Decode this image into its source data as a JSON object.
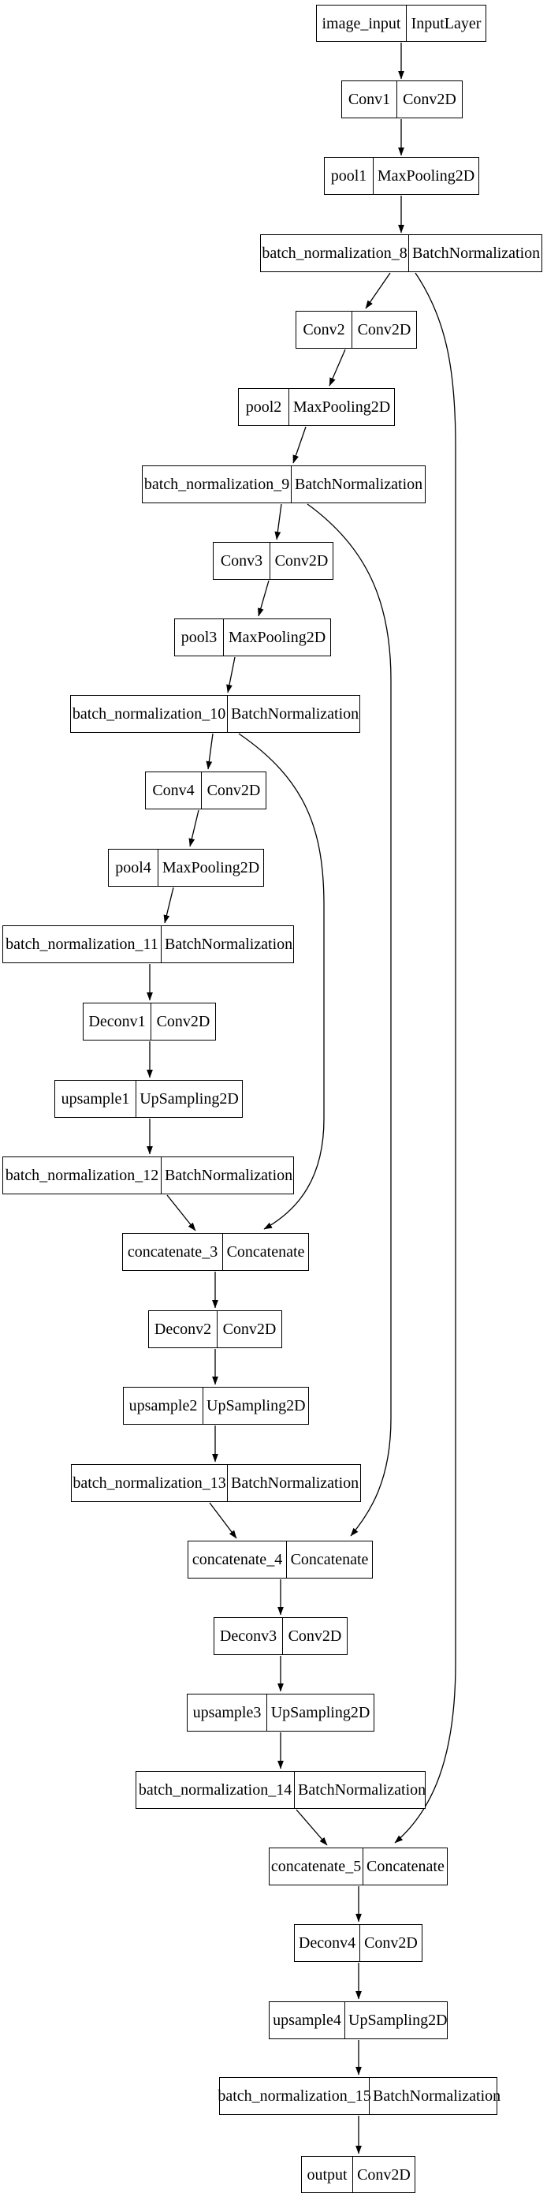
{
  "diagram": {
    "kind": "keras-model-graph",
    "background_color": "#ffffff",
    "box_border_color": "#000000",
    "text_color": "#000000",
    "nodes": [
      {
        "name": "image_input",
        "type": "InputLayer"
      },
      {
        "name": "Conv1",
        "type": "Conv2D"
      },
      {
        "name": "pool1",
        "type": "MaxPooling2D"
      },
      {
        "name": "batch_normalization_8",
        "type": "BatchNormalization"
      },
      {
        "name": "Conv2",
        "type": "Conv2D"
      },
      {
        "name": "pool2",
        "type": "MaxPooling2D"
      },
      {
        "name": "batch_normalization_9",
        "type": "BatchNormalization"
      },
      {
        "name": "Conv3",
        "type": "Conv2D"
      },
      {
        "name": "pool3",
        "type": "MaxPooling2D"
      },
      {
        "name": "batch_normalization_10",
        "type": "BatchNormalization"
      },
      {
        "name": "Conv4",
        "type": "Conv2D"
      },
      {
        "name": "pool4",
        "type": "MaxPooling2D"
      },
      {
        "name": "batch_normalization_11",
        "type": "BatchNormalization"
      },
      {
        "name": "Deconv1",
        "type": "Conv2D"
      },
      {
        "name": "upsample1",
        "type": "UpSampling2D"
      },
      {
        "name": "batch_normalization_12",
        "type": "BatchNormalization"
      },
      {
        "name": "concatenate_3",
        "type": "Concatenate"
      },
      {
        "name": "Deconv2",
        "type": "Conv2D"
      },
      {
        "name": "upsample2",
        "type": "UpSampling2D"
      },
      {
        "name": "batch_normalization_13",
        "type": "BatchNormalization"
      },
      {
        "name": "concatenate_4",
        "type": "Concatenate"
      },
      {
        "name": "Deconv3",
        "type": "Conv2D"
      },
      {
        "name": "upsample3",
        "type": "UpSampling2D"
      },
      {
        "name": "batch_normalization_14",
        "type": "BatchNormalization"
      },
      {
        "name": "concatenate_5",
        "type": "Concatenate"
      },
      {
        "name": "Deconv4",
        "type": "Conv2D"
      },
      {
        "name": "upsample4",
        "type": "UpSampling2D"
      },
      {
        "name": "batch_normalization_15",
        "type": "BatchNormalization"
      },
      {
        "name": "output",
        "type": "Conv2D"
      }
    ],
    "edges": [
      {
        "from": "image_input",
        "to": "Conv1"
      },
      {
        "from": "Conv1",
        "to": "pool1"
      },
      {
        "from": "pool1",
        "to": "batch_normalization_8"
      },
      {
        "from": "batch_normalization_8",
        "to": "Conv2"
      },
      {
        "from": "batch_normalization_8",
        "to": "concatenate_5"
      },
      {
        "from": "Conv2",
        "to": "pool2"
      },
      {
        "from": "pool2",
        "to": "batch_normalization_9"
      },
      {
        "from": "batch_normalization_9",
        "to": "Conv3"
      },
      {
        "from": "batch_normalization_9",
        "to": "concatenate_4"
      },
      {
        "from": "Conv3",
        "to": "pool3"
      },
      {
        "from": "pool3",
        "to": "batch_normalization_10"
      },
      {
        "from": "batch_normalization_10",
        "to": "Conv4"
      },
      {
        "from": "batch_normalization_10",
        "to": "concatenate_3"
      },
      {
        "from": "Conv4",
        "to": "pool4"
      },
      {
        "from": "pool4",
        "to": "batch_normalization_11"
      },
      {
        "from": "batch_normalization_11",
        "to": "Deconv1"
      },
      {
        "from": "Deconv1",
        "to": "upsample1"
      },
      {
        "from": "upsample1",
        "to": "batch_normalization_12"
      },
      {
        "from": "batch_normalization_12",
        "to": "concatenate_3"
      },
      {
        "from": "concatenate_3",
        "to": "Deconv2"
      },
      {
        "from": "Deconv2",
        "to": "upsample2"
      },
      {
        "from": "upsample2",
        "to": "batch_normalization_13"
      },
      {
        "from": "batch_normalization_13",
        "to": "concatenate_4"
      },
      {
        "from": "concatenate_4",
        "to": "Deconv3"
      },
      {
        "from": "Deconv3",
        "to": "upsample3"
      },
      {
        "from": "upsample3",
        "to": "batch_normalization_14"
      },
      {
        "from": "batch_normalization_14",
        "to": "concatenate_5"
      },
      {
        "from": "concatenate_5",
        "to": "Deconv4"
      },
      {
        "from": "Deconv4",
        "to": "upsample4"
      },
      {
        "from": "upsample4",
        "to": "batch_normalization_15"
      },
      {
        "from": "batch_normalization_15",
        "to": "output"
      }
    ]
  }
}
